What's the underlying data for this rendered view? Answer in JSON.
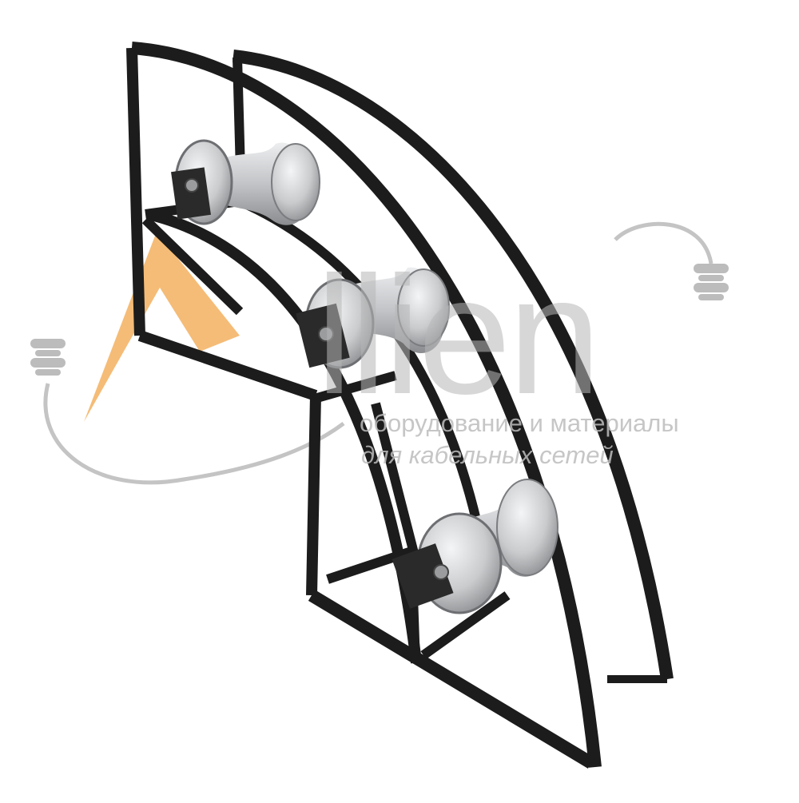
{
  "watermark": {
    "brand": "llien",
    "tagline_line1": "оборудование и материалы",
    "tagline_line2": "для кабельных сетей",
    "logo_accent_color": "#f2a54a",
    "logo_gray_color": "#b5b5b5"
  },
  "product": {
    "frame_color": "#1c1c1c",
    "roller_color": "#d4d6d8"
  }
}
